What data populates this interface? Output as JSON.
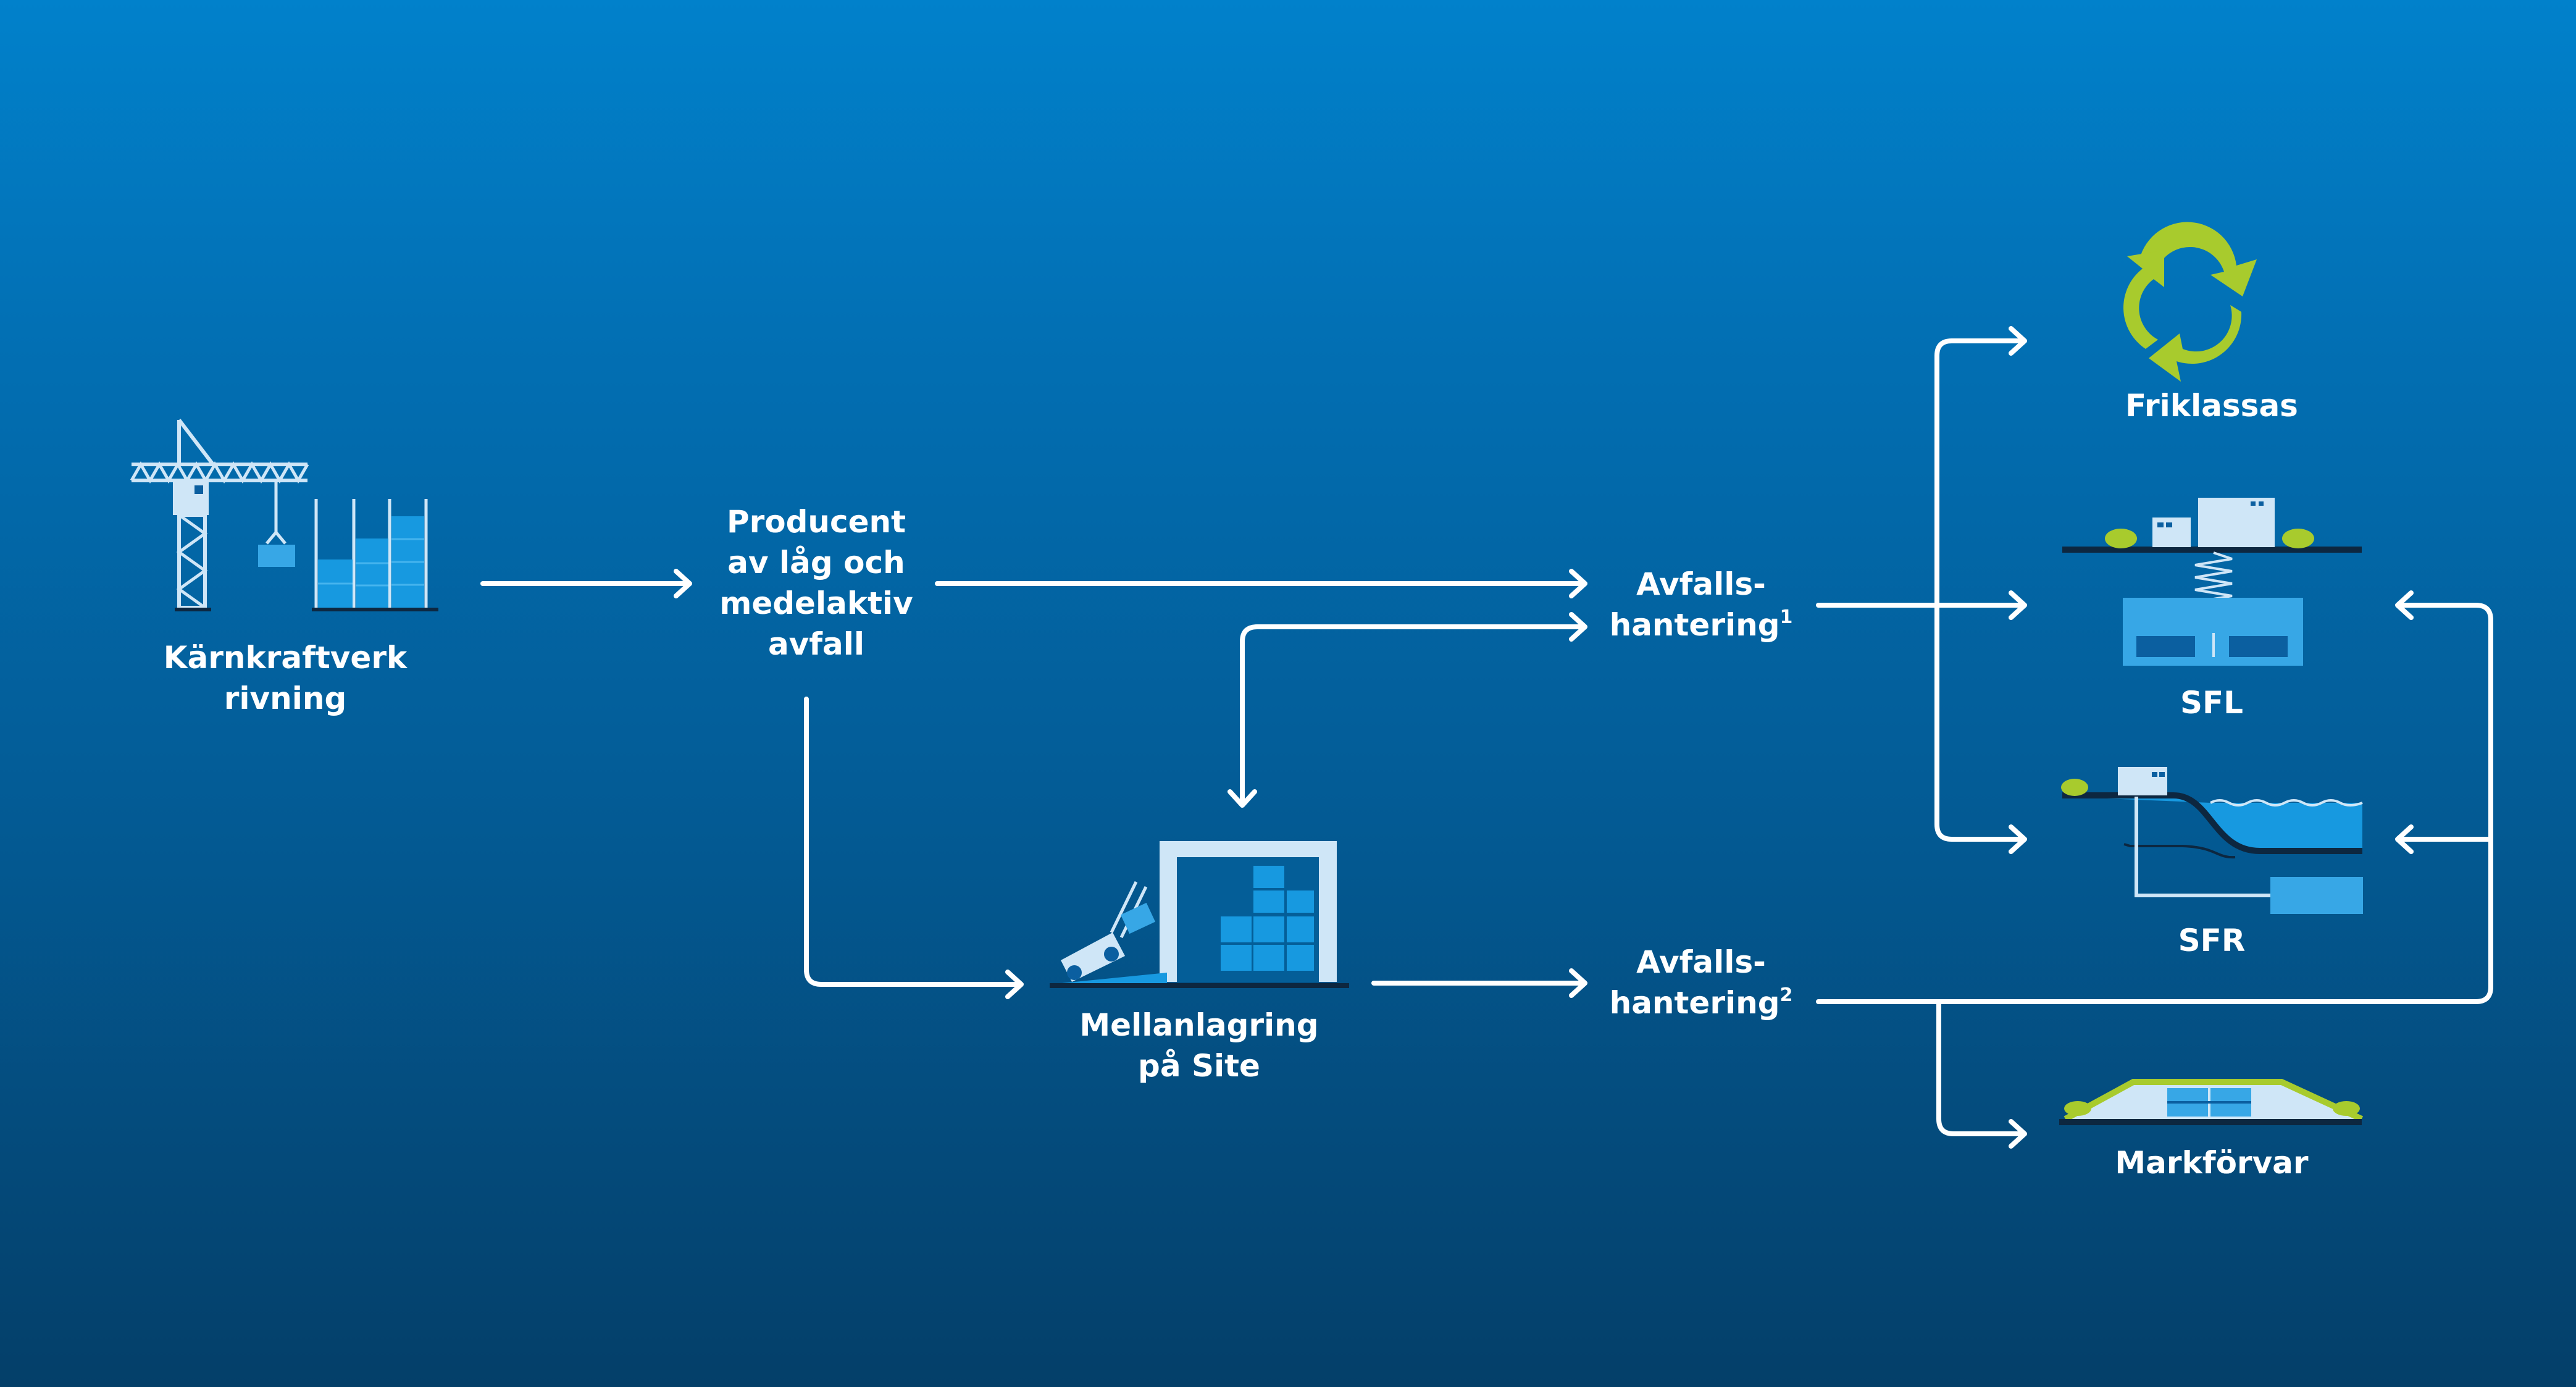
{
  "colors": {
    "background_top": "#0181cb",
    "background_bottom": "#043f69",
    "arrow": "#ffffff",
    "icon_light": "#cfe6f7",
    "icon_mid": "#37a7e6",
    "icon_bright": "#1799e0",
    "ground": "#0d2740",
    "recycle_green": "#a8cb2d"
  },
  "nodes": {
    "nuclear_decommissioning": {
      "line1": "Kärnkraftverk",
      "line2": "rivning",
      "icon": "crane-icon"
    },
    "producer": {
      "line1": "Producent",
      "line2": "av låg och",
      "line3": "medelaktiv",
      "line4": "avfall"
    },
    "interim_storage": {
      "line1": "Mellanlagring",
      "line2": "på Site",
      "icon": "warehouse-forklift-icon"
    },
    "waste_handling_1": {
      "line1": "Avfalls-",
      "line2": "hantering",
      "sup": "1"
    },
    "waste_handling_2": {
      "line1": "Avfalls-",
      "line2": "hantering",
      "sup": "2"
    },
    "clearance": {
      "label": "Friklassas",
      "icon": "recycle-icon"
    },
    "sfl": {
      "label": "SFL",
      "icon": "sfl-repository-icon"
    },
    "sfr": {
      "label": "SFR",
      "icon": "sfr-repository-icon"
    },
    "landfill": {
      "label": "Markförvar",
      "icon": "landfill-icon"
    }
  }
}
